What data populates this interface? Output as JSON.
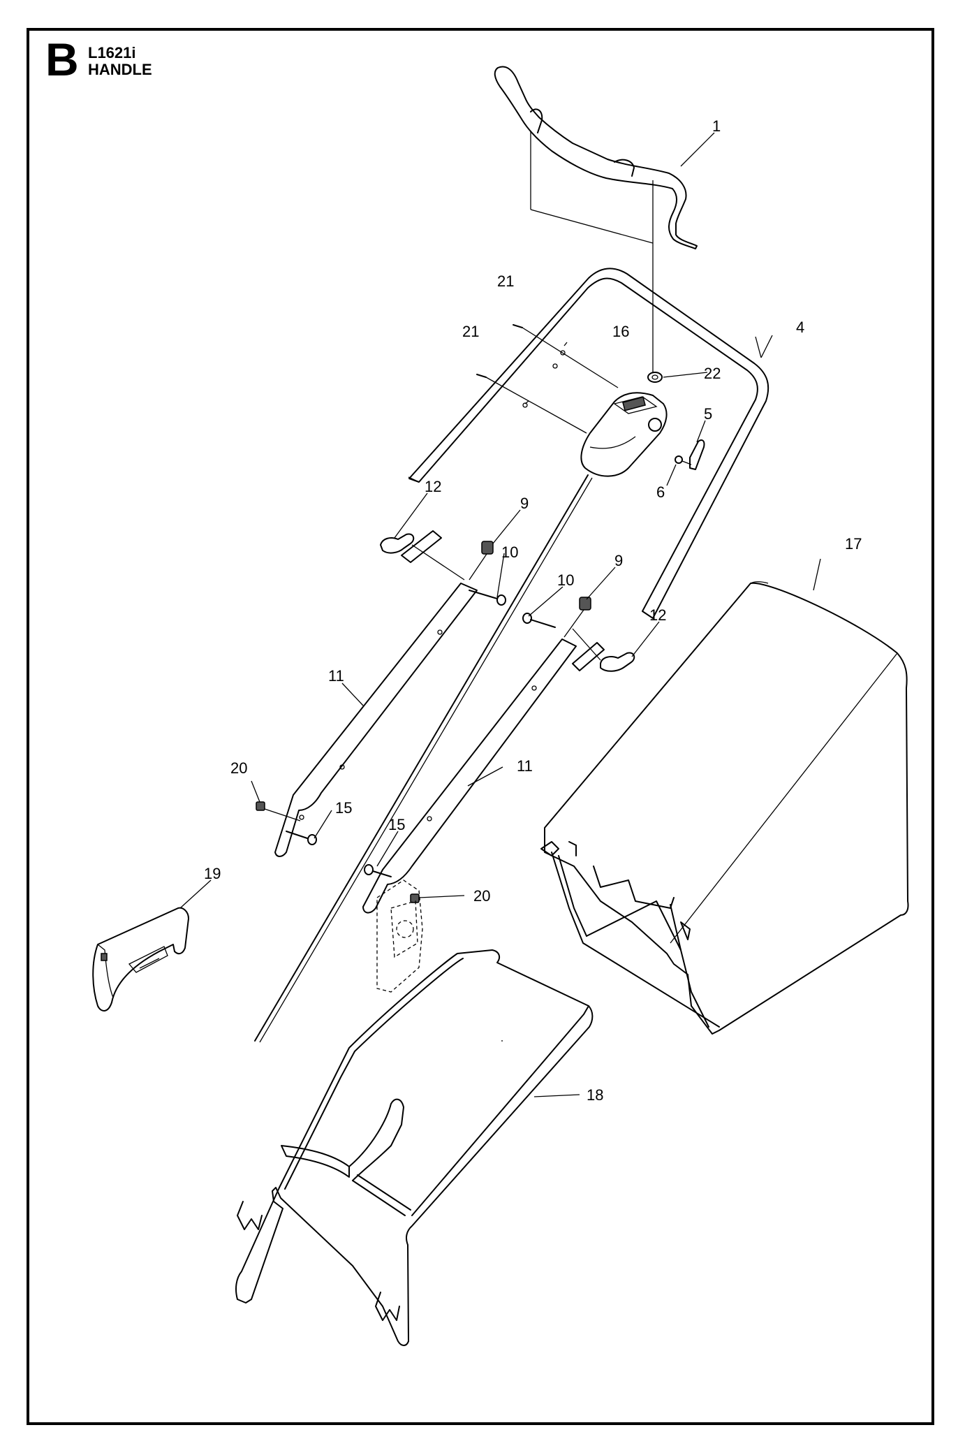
{
  "header": {
    "section_letter": "B",
    "model": "L1621i",
    "title": "HANDLE"
  },
  "callouts": [
    {
      "id": "c1",
      "label": "1"
    },
    {
      "id": "c21a",
      "label": "21"
    },
    {
      "id": "c21b",
      "label": "21"
    },
    {
      "id": "c16",
      "label": "16"
    },
    {
      "id": "c4",
      "label": "4"
    },
    {
      "id": "c22",
      "label": "22"
    },
    {
      "id": "c5",
      "label": "5"
    },
    {
      "id": "c6",
      "label": "6"
    },
    {
      "id": "c12a",
      "label": "12"
    },
    {
      "id": "c9a",
      "label": "9"
    },
    {
      "id": "c10a",
      "label": "10"
    },
    {
      "id": "c17",
      "label": "17"
    },
    {
      "id": "c10b",
      "label": "10"
    },
    {
      "id": "c9b",
      "label": "9"
    },
    {
      "id": "c12b",
      "label": "12"
    },
    {
      "id": "c11a",
      "label": "11"
    },
    {
      "id": "c11b",
      "label": "11"
    },
    {
      "id": "c20a",
      "label": "20"
    },
    {
      "id": "c15a",
      "label": "15"
    },
    {
      "id": "c15b",
      "label": "15"
    },
    {
      "id": "c19",
      "label": "19"
    },
    {
      "id": "c20b",
      "label": "20"
    },
    {
      "id": "c18",
      "label": "18"
    }
  ]
}
